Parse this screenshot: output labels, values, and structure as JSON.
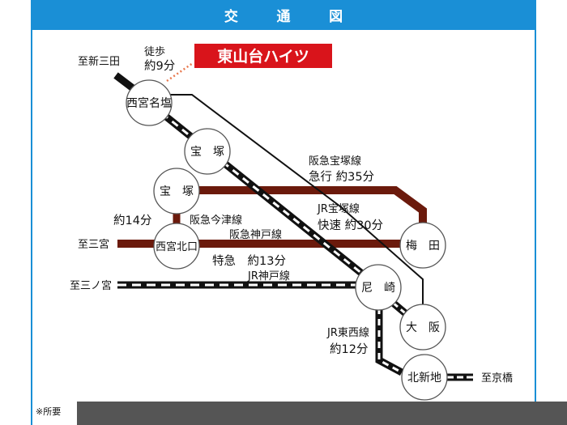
{
  "header": {
    "title": "交　通　図"
  },
  "badge": {
    "text": "東山台ハイツ",
    "color": "#d9141b"
  },
  "walk": {
    "line1": "徒歩",
    "line2": "約9分"
  },
  "directions": {
    "shinsanda": "至新三田",
    "sannomiya": "至三宮",
    "sannomiya2": "至三ノ宮",
    "kyobashi": "至京橋"
  },
  "stations": {
    "nishinomiya_najio": "西宮名塩",
    "takarazuka_jr": "宝　塚",
    "takarazuka_hankyu": "宝　塚",
    "nishinomiya_kitaguchi": "西宮北口",
    "umeda": "梅　田",
    "amagasaki": "尼　崎",
    "osaka": "大　阪",
    "kitashinchi": "北新地"
  },
  "lines": {
    "hankyu_takarazuka": {
      "name": "阪急宝塚線",
      "time": "急行 約35分"
    },
    "jr_takarazuka": {
      "name": "JR宝塚線",
      "time": "快速 約30分"
    },
    "hankyu_imazu": {
      "name": "阪急今津線",
      "time": "約14分"
    },
    "hankyu_kobe": {
      "name": "阪急神戸線",
      "time": "特急　約13分"
    },
    "jr_kobe": {
      "name": "JR神戸線"
    },
    "jr_tozai": {
      "name": "JR東西線",
      "time": "約12分"
    }
  },
  "colors": {
    "hankyu": "#6b1a0c",
    "jr": "#111111",
    "header": "#1a8fd6"
  },
  "note": "※所要"
}
